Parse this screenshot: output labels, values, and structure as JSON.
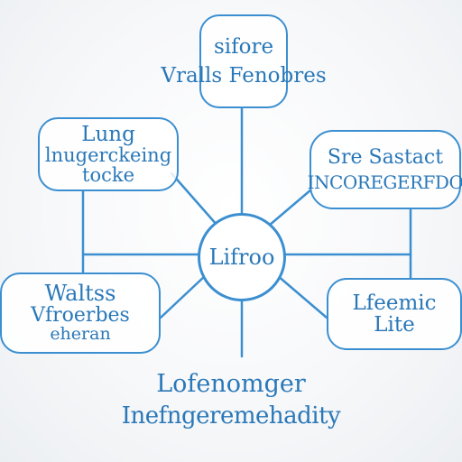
{
  "diagram": {
    "center": {
      "label": "Lifroo"
    },
    "nodes": {
      "top": {
        "line1": "sifore",
        "line2": "Vralls Fenobres"
      },
      "left": {
        "line1": "Lung",
        "line2": "lnugerckeing",
        "line3": "tocke"
      },
      "right": {
        "line1": "Sre Sastact",
        "line2": "INCOREGERFDO"
      },
      "bottom_left": {
        "line1": "Waltss",
        "line2": "Vfroerbes",
        "line3": "eheran"
      },
      "bottom_right": {
        "line1": "Lfeemic",
        "line2": "Lite"
      }
    },
    "bottom_caption": {
      "line1": "Lofenomger",
      "line2": "Inefngeremehadity"
    },
    "colors": {
      "accent": "#3b8fd0",
      "text": "#2a78b8",
      "background": "#f7f8fa"
    }
  }
}
